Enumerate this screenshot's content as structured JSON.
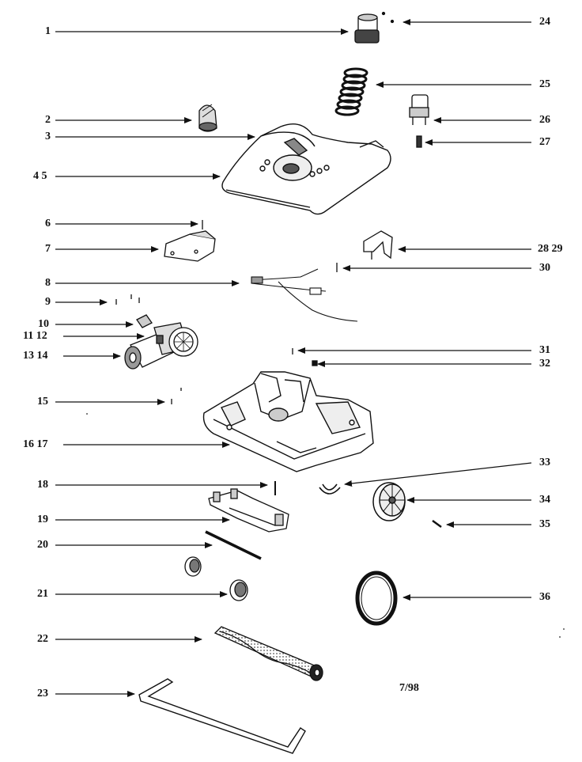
{
  "labels_left": [
    {
      "id": "p1",
      "text": "1"
    },
    {
      "id": "p2",
      "text": "2"
    },
    {
      "id": "p3",
      "text": "3"
    },
    {
      "id": "p4",
      "text": "4 5"
    },
    {
      "id": "p6",
      "text": "6"
    },
    {
      "id": "p7",
      "text": "7"
    },
    {
      "id": "p8",
      "text": "8"
    },
    {
      "id": "p9",
      "text": "9"
    },
    {
      "id": "p10",
      "text": "10"
    },
    {
      "id": "p11",
      "text": "11 12"
    },
    {
      "id": "p13",
      "text": "13 14"
    },
    {
      "id": "p15",
      "text": "15"
    },
    {
      "id": "p16",
      "text": "16 17"
    },
    {
      "id": "p18",
      "text": "18"
    },
    {
      "id": "p19",
      "text": "19"
    },
    {
      "id": "p20",
      "text": "20"
    },
    {
      "id": "p21",
      "text": "21"
    },
    {
      "id": "p22",
      "text": "22"
    },
    {
      "id": "p23",
      "text": "23"
    }
  ],
  "labels_right": [
    {
      "id": "p24",
      "text": "24"
    },
    {
      "id": "p25",
      "text": "25"
    },
    {
      "id": "p26",
      "text": "26"
    },
    {
      "id": "p27",
      "text": "27"
    },
    {
      "id": "p28",
      "text": "28 29"
    },
    {
      "id": "p30",
      "text": "30"
    },
    {
      "id": "p31",
      "text": "31"
    },
    {
      "id": "p32",
      "text": "32"
    },
    {
      "id": "p33",
      "text": "33"
    },
    {
      "id": "p34",
      "text": "34"
    },
    {
      "id": "p35",
      "text": "35"
    },
    {
      "id": "p36",
      "text": "36"
    }
  ],
  "date_code": "7/98",
  "colors": {
    "ink": "#111111",
    "paper": "#ffffff",
    "shade": "#9a9a9a"
  }
}
